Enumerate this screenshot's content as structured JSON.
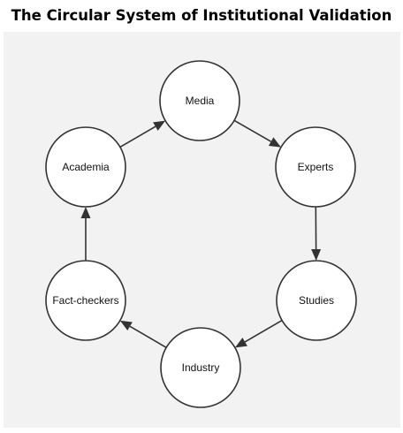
{
  "diagram": {
    "title": "The Circular System of Institutional Validation",
    "nodes": [
      {
        "id": "media",
        "label": "Media"
      },
      {
        "id": "experts",
        "label": "Experts"
      },
      {
        "id": "studies",
        "label": "Studies"
      },
      {
        "id": "industry",
        "label": "Industry"
      },
      {
        "id": "fact-checkers",
        "label": "Fact-checkers"
      },
      {
        "id": "academia",
        "label": "Academia"
      }
    ],
    "edges": [
      {
        "from": "media",
        "to": "experts"
      },
      {
        "from": "experts",
        "to": "studies"
      },
      {
        "from": "studies",
        "to": "industry"
      },
      {
        "from": "industry",
        "to": "fact-checkers"
      },
      {
        "from": "fact-checkers",
        "to": "academia"
      },
      {
        "from": "academia",
        "to": "media"
      }
    ]
  }
}
